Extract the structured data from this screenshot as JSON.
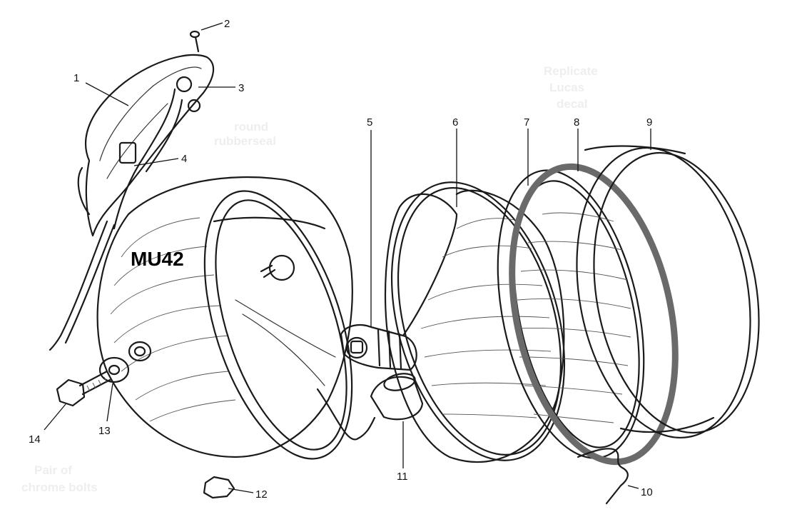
{
  "diagram": {
    "model_label": "MU42",
    "callouts": [
      {
        "id": "1",
        "label": "1"
      },
      {
        "id": "2",
        "label": "2"
      },
      {
        "id": "3",
        "label": "3"
      },
      {
        "id": "4",
        "label": "4"
      },
      {
        "id": "5",
        "label": "5"
      },
      {
        "id": "6",
        "label": "6"
      },
      {
        "id": "7",
        "label": "7"
      },
      {
        "id": "8",
        "label": "8"
      },
      {
        "id": "9",
        "label": "9"
      },
      {
        "id": "10",
        "label": "10"
      },
      {
        "id": "11",
        "label": "11"
      },
      {
        "id": "12",
        "label": "12"
      },
      {
        "id": "13",
        "label": "13"
      },
      {
        "id": "14",
        "label": "14"
      }
    ],
    "watermarks": {
      "top_center_line1": "round",
      "top_center_line2": "rubberseal",
      "top_right_line1": "Replicate",
      "top_right_line2": "Lucas",
      "top_right_line3": "decal",
      "bottom_left_line1": "Pair of",
      "bottom_left_line2": "chrome bolts"
    }
  }
}
